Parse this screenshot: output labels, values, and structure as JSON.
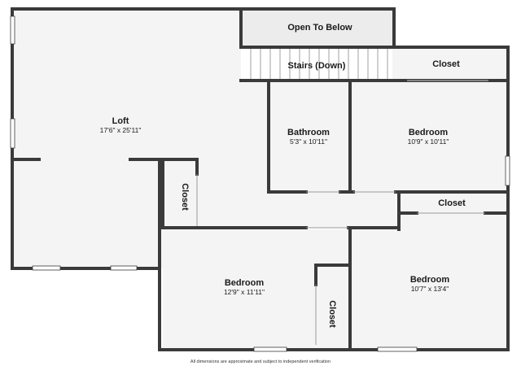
{
  "colors": {
    "wall": "#3a3a3a",
    "floor": "#f4f4f4",
    "open_to_below": "#ececec",
    "window": "#ffffff"
  },
  "rooms": {
    "open_to_below": {
      "name": "Open To Below"
    },
    "stairs": {
      "name": "Stairs (Down)"
    },
    "closet_top_right": {
      "name": "Closet"
    },
    "loft": {
      "name": "Loft",
      "dims": "17'6\" x 25'11\""
    },
    "bathroom": {
      "name": "Bathroom",
      "dims": "5'3\" x 10'11\""
    },
    "bedroom_top_right": {
      "name": "Bedroom",
      "dims": "10'9\" x 10'11\""
    },
    "closet_small_vertical": {
      "name": "Closet"
    },
    "closet_mid_right": {
      "name": "Closet"
    },
    "bedroom_bottom_center": {
      "name": "Bedroom",
      "dims": "12'9\" x 11'11\""
    },
    "closet_bottom_vertical": {
      "name": "Closet"
    },
    "bedroom_bottom_right": {
      "name": "Bedroom",
      "dims": "10'7\" x 13'4\""
    }
  },
  "disclaimer": "All dimensions are approximate and subject to independent verification"
}
